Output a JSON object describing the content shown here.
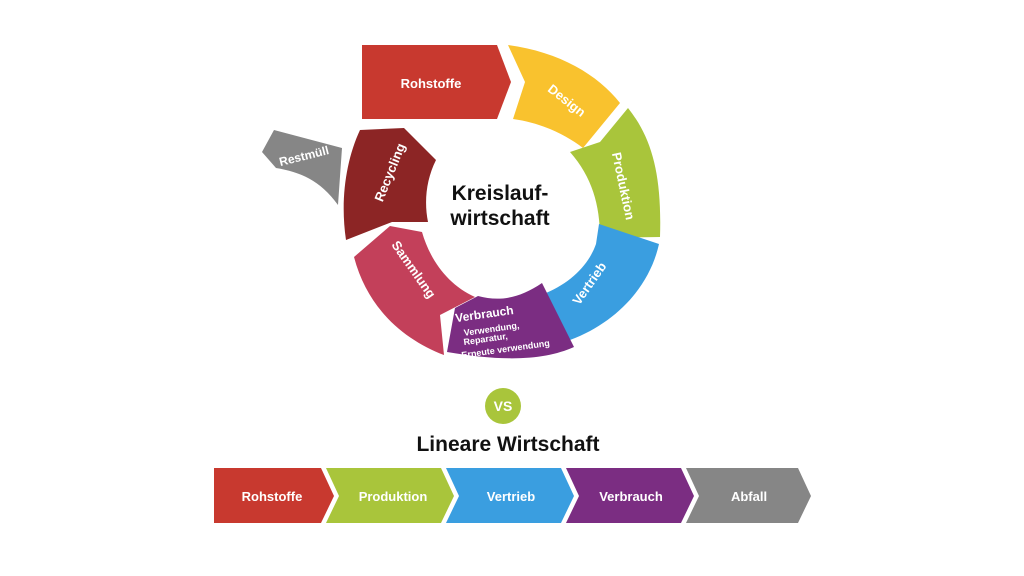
{
  "circular": {
    "center_line1": "Kreislauf-",
    "center_line2": "wirtschaft",
    "rohstoffe": "Rohstoffe",
    "design": "Design",
    "produktion": "Produktion",
    "vertrieb": "Vertrieb",
    "verbrauch": "Verbrauch",
    "verbrauch_sub1": "Verwendung,",
    "verbrauch_sub2": "Reparatur,",
    "verbrauch_sub3": "Erneute verwendung",
    "sammlung": "Sammlung",
    "recycling": "Recycling",
    "restmuell": "Restmüll"
  },
  "vs_label": "VS",
  "linear": {
    "title": "Lineare Wirtschaft",
    "steps": [
      "Rohstoffe",
      "Produktion",
      "Vertrieb",
      "Verbrauch",
      "Abfall"
    ]
  },
  "colors": {
    "rohstoffe": "#c8392f",
    "design": "#f9c22e",
    "produktion": "#a9c53b",
    "vertrieb": "#3a9ee0",
    "verbrauch": "#7b2d82",
    "sammlung": "#c3405a",
    "recycling": "#8c2525",
    "restmuell": "#868686",
    "vs": "#a9c53b"
  }
}
